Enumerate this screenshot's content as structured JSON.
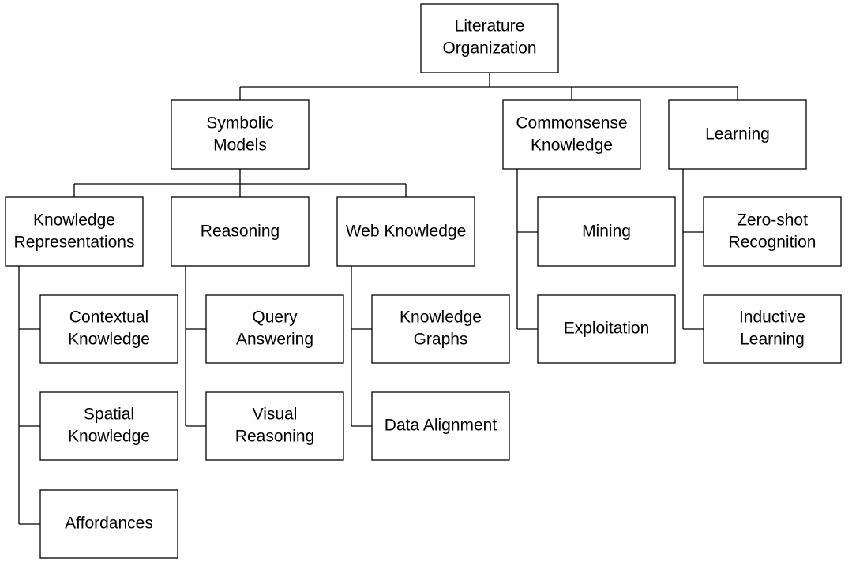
{
  "diagram": {
    "nodes": {
      "root": {
        "lines": [
          "Literature",
          "Organization"
        ]
      },
      "symbolic_models": {
        "lines": [
          "Symbolic",
          "Models"
        ]
      },
      "commonsense_knowledge": {
        "lines": [
          "Commonsense",
          "Knowledge"
        ]
      },
      "learning": {
        "lines": [
          "Learning"
        ]
      },
      "knowledge_representations": {
        "lines": [
          "Knowledge",
          "Representations"
        ]
      },
      "reasoning": {
        "lines": [
          "Reasoning"
        ]
      },
      "web_knowledge": {
        "lines": [
          "Web Knowledge"
        ]
      },
      "contextual_knowledge": {
        "lines": [
          "Contextual",
          "Knowledge"
        ]
      },
      "spatial_knowledge": {
        "lines": [
          "Spatial",
          "Knowledge"
        ]
      },
      "affordances": {
        "lines": [
          "Affordances"
        ]
      },
      "query_answering": {
        "lines": [
          "Query",
          "Answering"
        ]
      },
      "visual_reasoning": {
        "lines": [
          "Visual",
          "Reasoning"
        ]
      },
      "knowledge_graphs": {
        "lines": [
          "Knowledge",
          "Graphs"
        ]
      },
      "data_alignment": {
        "lines": [
          "Data Alignment"
        ]
      },
      "mining": {
        "lines": [
          "Mining"
        ]
      },
      "exploitation": {
        "lines": [
          "Exploitation"
        ]
      },
      "zero_shot_recognition": {
        "lines": [
          "Zero-shot",
          "Recognition"
        ]
      },
      "inductive_learning": {
        "lines": [
          "Inductive",
          "Learning"
        ]
      }
    }
  }
}
